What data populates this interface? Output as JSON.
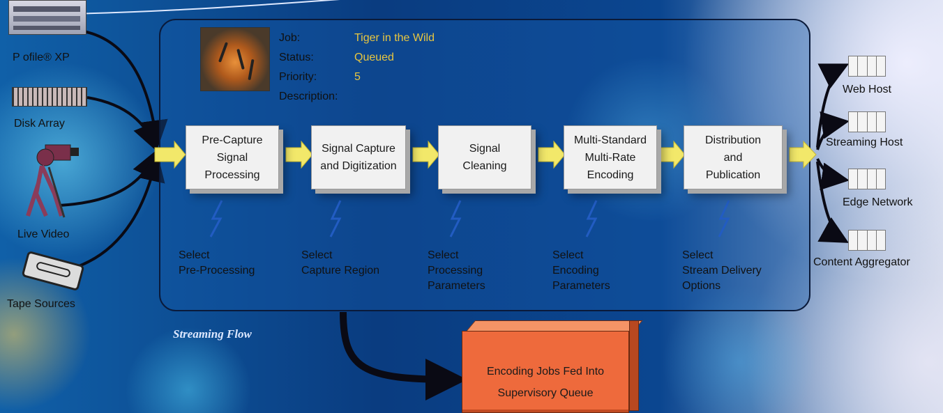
{
  "sources": [
    {
      "label": "P ofile® XP",
      "icon": "server-icon"
    },
    {
      "label": "Disk Array",
      "icon": "disk-array-icon"
    },
    {
      "label": "Live Video",
      "icon": "camera-operator-icon"
    },
    {
      "label": "Tape Sources",
      "icon": "tape-cassette-icon"
    }
  ],
  "job": {
    "job_key": "Job:",
    "job_value": "Tiger in the Wild",
    "status_key": "Status:",
    "status_value": "Queued",
    "priority_key": "Priority:",
    "priority_value": "5",
    "description_key": "Description:"
  },
  "stages": [
    {
      "lines": [
        "Pre-Capture",
        "Signal",
        "Processing"
      ]
    },
    {
      "lines": [
        "Signal Capture",
        "and Digitization"
      ]
    },
    {
      "lines": [
        "Signal",
        "Cleaning"
      ]
    },
    {
      "lines": [
        "Multi-Standard",
        "Multi-Rate",
        "Encoding"
      ]
    },
    {
      "lines": [
        "Distribution",
        "and",
        "Publication"
      ]
    }
  ],
  "selects": [
    {
      "lines": [
        "Select",
        "Pre-Processing"
      ]
    },
    {
      "lines": [
        "Select",
        "Capture Region"
      ]
    },
    {
      "lines": [
        "Select",
        "Processing",
        "Parameters"
      ]
    },
    {
      "lines": [
        "Select",
        "Encoding",
        "Parameters"
      ]
    },
    {
      "lines": [
        "Select",
        "Stream Delivery",
        "Options"
      ]
    }
  ],
  "outputs": [
    {
      "label": "Web Host"
    },
    {
      "label": "Streaming Host"
    },
    {
      "label": "Edge Network"
    },
    {
      "label": "Content Aggregator"
    }
  ],
  "flow_label": "Streaming Flow",
  "queue": {
    "lines": [
      "Encoding Jobs Fed Into",
      "Supervisory Queue"
    ]
  },
  "colors": {
    "arrow_yellow": "#f2e86a",
    "queue_orange": "#ee6a3c",
    "job_value_yellow": "#e8c640",
    "lightning_blue": "#2a5fd0"
  }
}
